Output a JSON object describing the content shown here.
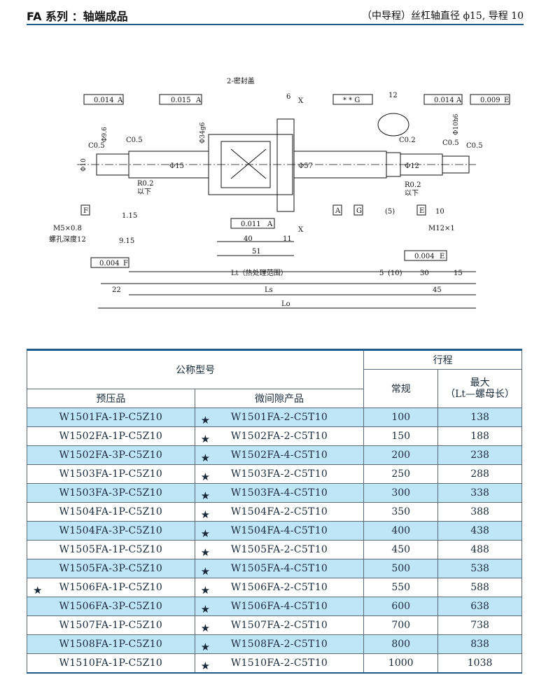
{
  "header": {
    "title": "FA 系列 ：轴端成品",
    "subtitle": "（中导程）丝杠轴直径 ϕ15, 导程 10"
  },
  "drawing": {
    "labels": {
      "seal": "2-密封盖",
      "tol1": "0.014",
      "tol1_ref": "A",
      "tol2": "0.015",
      "tol2_ref": "A",
      "tol3_sym": "* * G",
      "tol4": "0.014",
      "tol4_ref": "A",
      "tol5": "0.009",
      "tol5_ref": "E",
      "tol6": "0.011",
      "tol6_ref": "A",
      "tol7": "0.004",
      "tol7_ref": "E",
      "tol8": "0.004",
      "tol8_ref": "F",
      "d_6": "6",
      "d_12": "12",
      "c05a": "C0.5",
      "c05b": "C0.5",
      "c05c": "C0.5",
      "c05d": "C0.5",
      "c02": "C0.2",
      "r02a": "R0.2",
      "r02a2": "以下",
      "r02b": "R0.2",
      "r02b2": "以下",
      "phi10": "Φ10",
      "phi96": "Φ9.6",
      "phi15": "Φ15",
      "phi34": "Φ34g6",
      "phi57": "Φ57",
      "phi12": "Φ12",
      "phi10h6": "Φ10h6",
      "d115": "1.15",
      "d915": "9.15",
      "m5": "M5×0.8",
      "m5b": "螺孔深度12",
      "m12": "M12×1",
      "d40": "40",
      "d11": "11",
      "d51": "51",
      "lt": "Lt（热处理范围）",
      "ls": "Ls",
      "lo": "Lo",
      "d22": "22",
      "d5": "5",
      "d10p": "(10)",
      "d5p": "(5)",
      "d30": "30",
      "d15": "15",
      "d45": "45",
      "d10": "10",
      "datF": "F",
      "datA": "A",
      "datG": "G",
      "datE": "E",
      "x1": "X",
      "x2": "X"
    }
  },
  "table": {
    "head": {
      "model": "公称型号",
      "stroke": "行程",
      "preload": "预压品",
      "clearance": "微间隙产品",
      "normal": "常规",
      "max_line1": "最大",
      "max_line2": "（Lt—螺母长）"
    },
    "star_symbol": "★",
    "rows": [
      {
        "preload": "W1501FA-1P-C5Z10",
        "pstar": "",
        "clearance": "W1501FA-2-C5T10",
        "normal": "100",
        "max": "138"
      },
      {
        "preload": "W1502FA-1P-C5Z10",
        "pstar": "",
        "clearance": "W1502FA-2-C5T10",
        "normal": "150",
        "max": "188"
      },
      {
        "preload": "W1502FA-3P-C5Z10",
        "pstar": "",
        "clearance": "W1502FA-4-C5T10",
        "normal": "200",
        "max": "238"
      },
      {
        "preload": "W1503FA-1P-C5Z10",
        "pstar": "",
        "clearance": "W1503FA-2-C5T10",
        "normal": "250",
        "max": "288"
      },
      {
        "preload": "W1503FA-3P-C5Z10",
        "pstar": "",
        "clearance": "W1503FA-4-C5T10",
        "normal": "300",
        "max": "338"
      },
      {
        "preload": "W1504FA-1P-C5Z10",
        "pstar": "",
        "clearance": "W1504FA-2-C5T10",
        "normal": "350",
        "max": "388"
      },
      {
        "preload": "W1504FA-3P-C5Z10",
        "pstar": "",
        "clearance": "W1504FA-4-C5T10",
        "normal": "400",
        "max": "438"
      },
      {
        "preload": "W1505FA-1P-C5Z10",
        "pstar": "",
        "clearance": "W1505FA-2-C5T10",
        "normal": "450",
        "max": "488"
      },
      {
        "preload": "W1505FA-3P-C5Z10",
        "pstar": "",
        "clearance": "W1505FA-4-C5T10",
        "normal": "500",
        "max": "538"
      },
      {
        "preload": "W1506FA-1P-C5Z10",
        "pstar": "★",
        "clearance": "W1506FA-2-C5T10",
        "normal": "550",
        "max": "588"
      },
      {
        "preload": "W1506FA-3P-C5Z10",
        "pstar": "",
        "clearance": "W1506FA-4-C5T10",
        "normal": "600",
        "max": "638"
      },
      {
        "preload": "W1507FA-1P-C5Z10",
        "pstar": "",
        "clearance": "W1507FA-2-C5T10",
        "normal": "700",
        "max": "738"
      },
      {
        "preload": "W1508FA-1P-C5Z10",
        "pstar": "",
        "clearance": "W1508FA-2-C5T10",
        "normal": "800",
        "max": "838"
      },
      {
        "preload": "W1510FA-1P-C5Z10",
        "pstar": "",
        "clearance": "W1510FA-2-C5T10",
        "normal": "1000",
        "max": "1038"
      }
    ],
    "row_highlight": "#bfe6f6",
    "rule_color": "#1e5a8a"
  }
}
